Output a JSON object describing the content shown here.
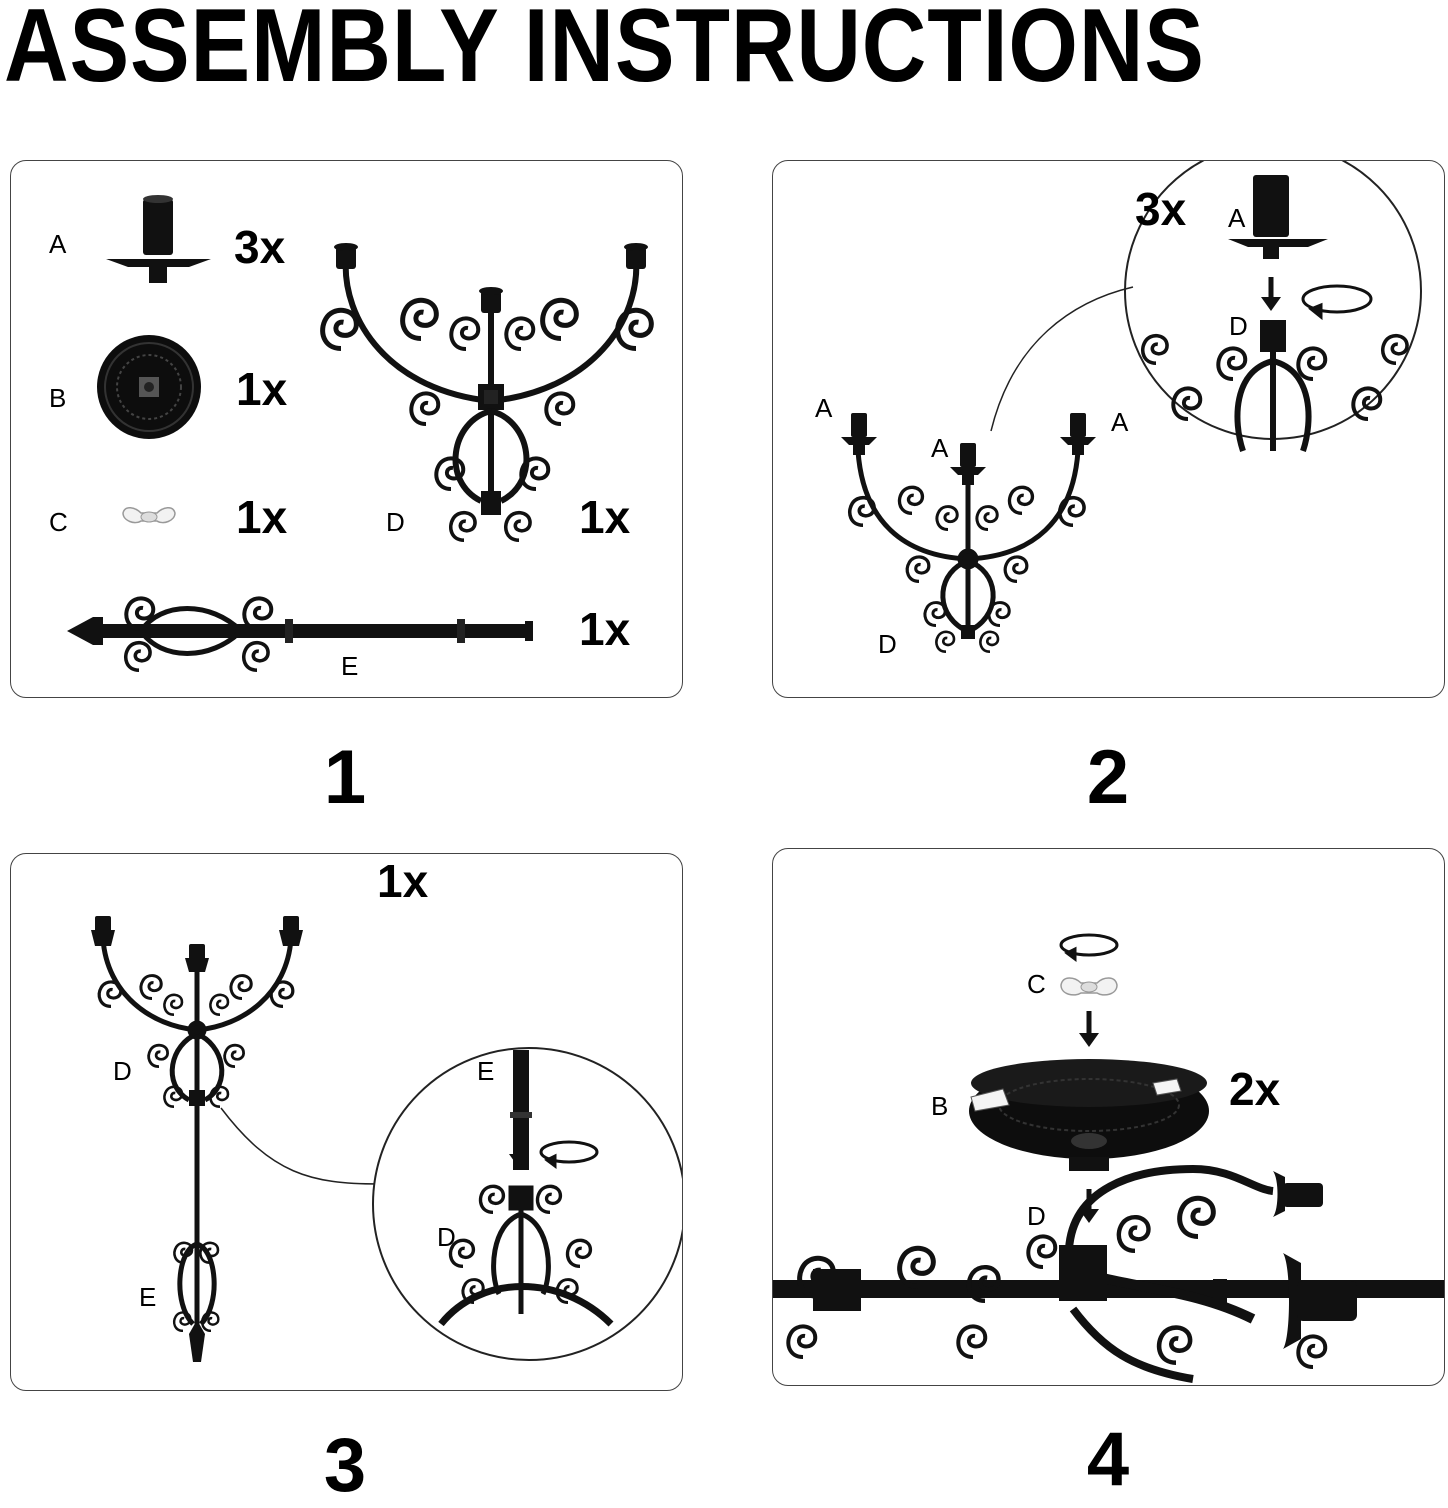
{
  "title": "ASSEMBLY INSTRUCTIONS",
  "step1": {
    "number": "1",
    "parts": [
      {
        "letter": "A",
        "qty": "3x"
      },
      {
        "letter": "B",
        "qty": "1x"
      },
      {
        "letter": "C",
        "qty": "1x"
      },
      {
        "letter": "D",
        "qty": "1x"
      },
      {
        "letter": "E",
        "qty": "1x"
      }
    ]
  },
  "step2": {
    "number": "2",
    "qty": "3x",
    "labels": {
      "a": "A",
      "d": "D"
    }
  },
  "step3": {
    "number": "3",
    "qty": "1x",
    "labels": {
      "d": "D",
      "e": "E"
    }
  },
  "step4": {
    "number": "4",
    "qty": "2x",
    "labels": {
      "b": "B",
      "c": "C",
      "d": "D"
    }
  }
}
